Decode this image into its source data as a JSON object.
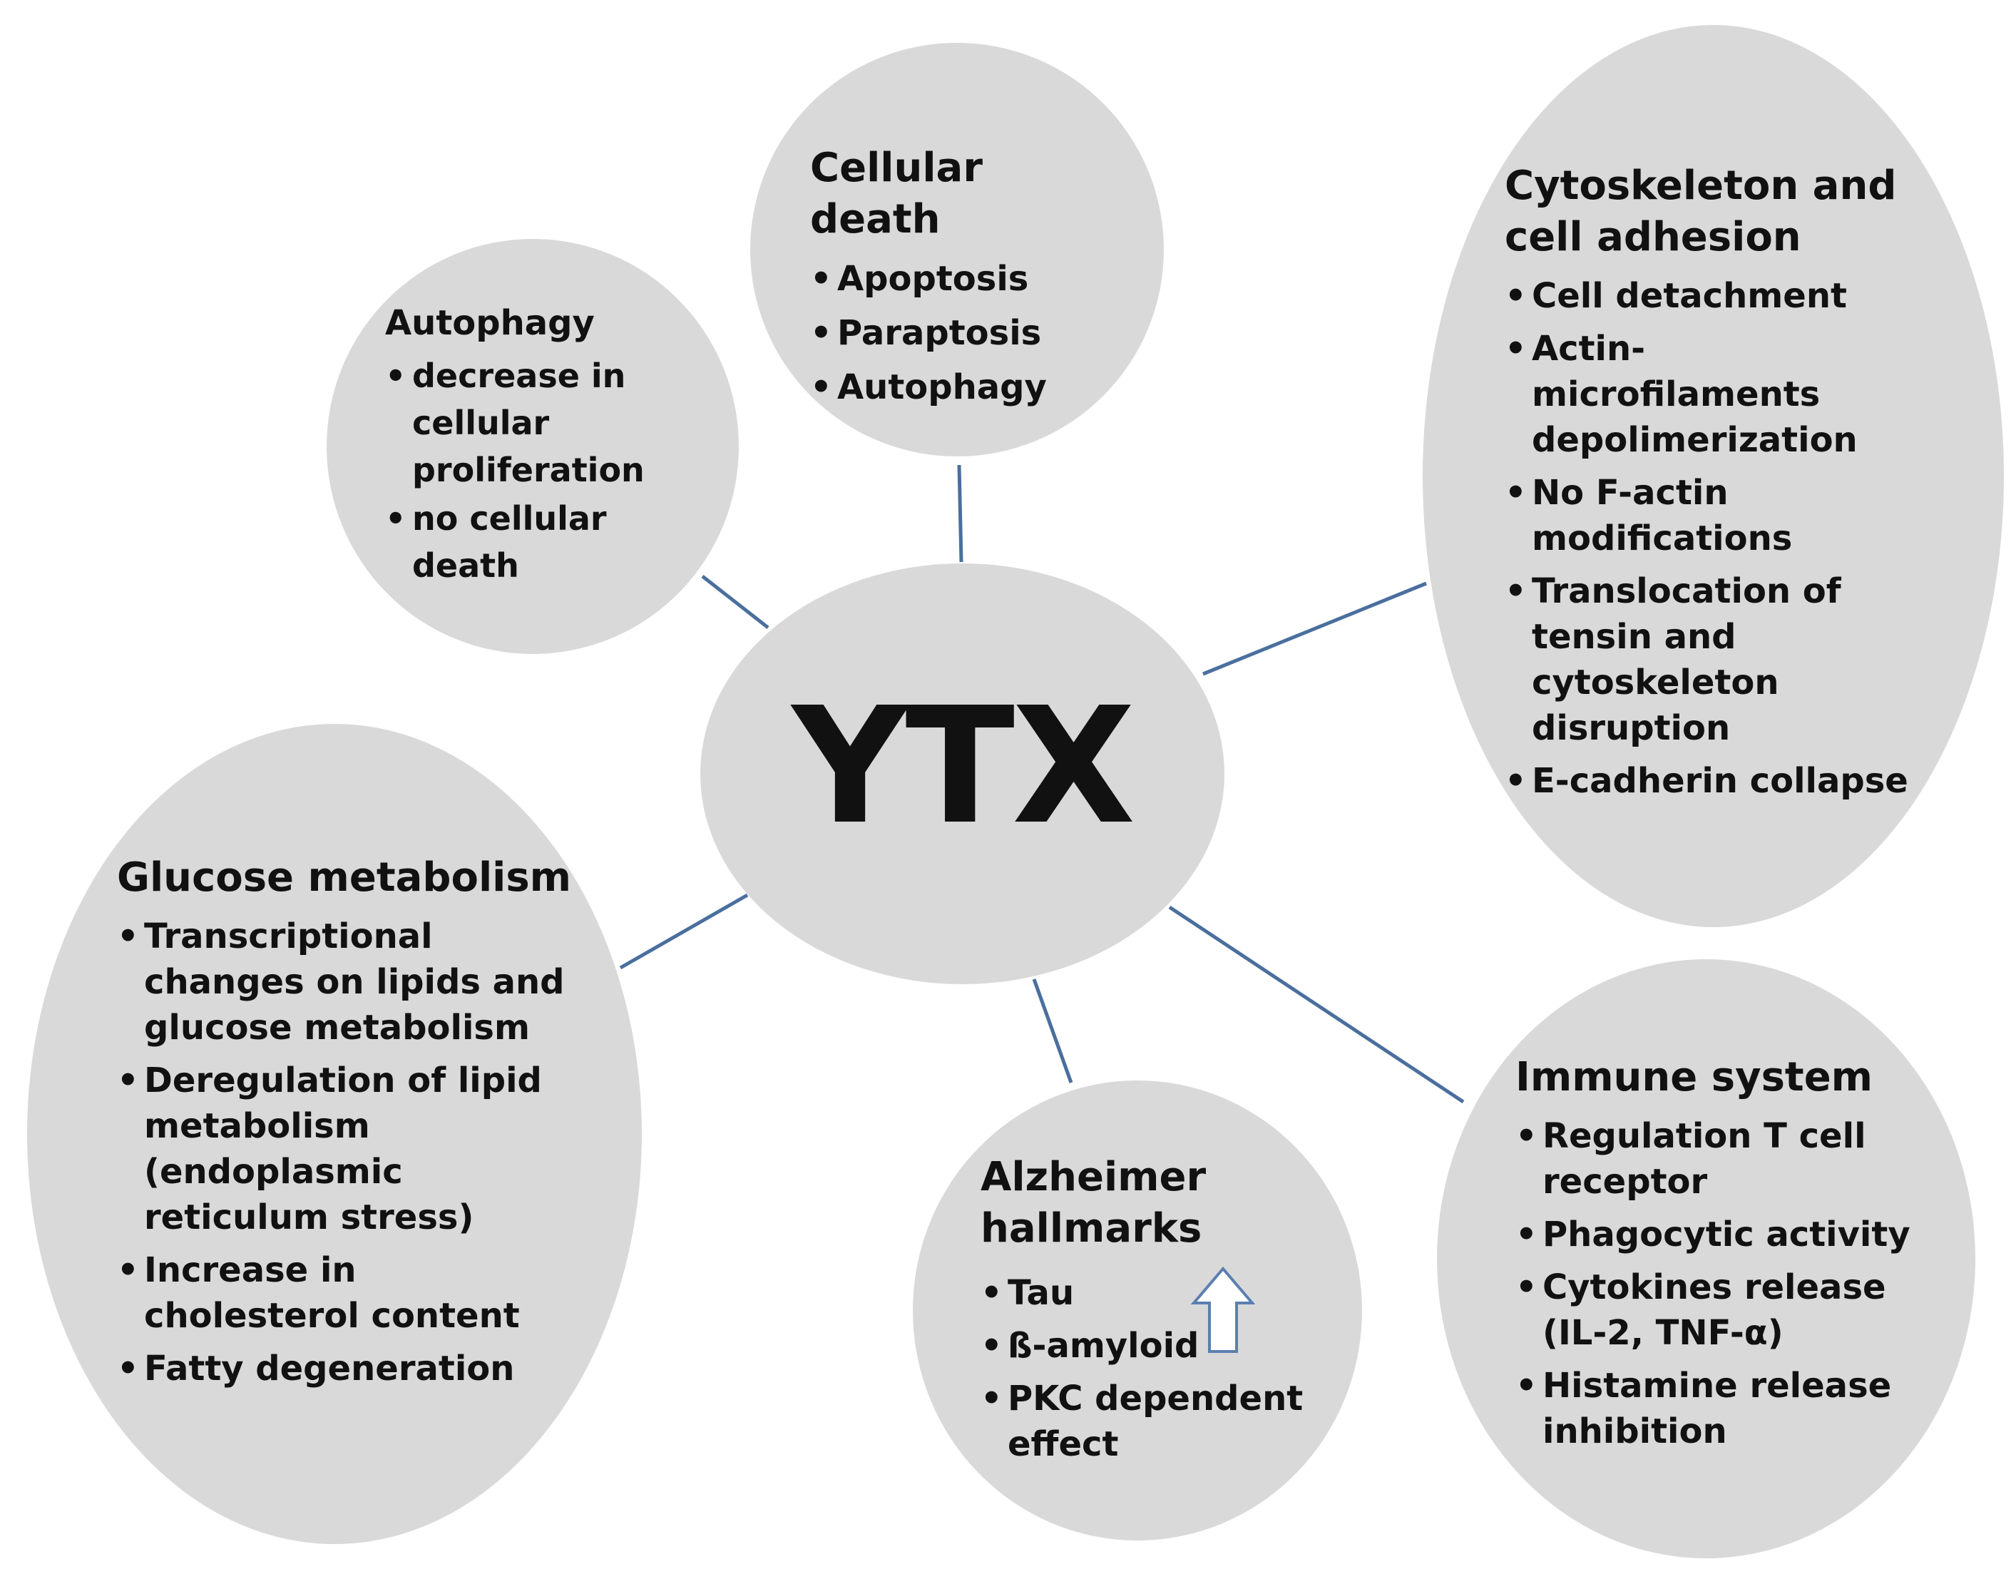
{
  "center": {
    "label": "YTX"
  },
  "nodes": {
    "autophagy": {
      "title": "Autophagy",
      "items": [
        "decrease in cellular proliferation",
        "no cellular death"
      ]
    },
    "cellular_death": {
      "title": "Cellular death",
      "items": [
        "Apoptosis",
        "Paraptosis",
        "Autophagy"
      ]
    },
    "cytoskeleton": {
      "title": "Cytoskeleton and cell adhesion",
      "items": [
        "Cell detachment",
        "Actin-microfilaments depolimerization",
        "No F-actin modifications",
        "Translocation of tensin and cytoskeleton disruption",
        "E-cadherin collapse"
      ]
    },
    "glucose": {
      "title": "Glucose metabolism",
      "items": [
        "Transcriptional changes on lipids and glucose metabolism",
        "Deregulation of lipid metabolism (endoplasmic reticulum stress)",
        "Increase in cholesterol content",
        "Fatty degeneration"
      ]
    },
    "alzheimer": {
      "title": "Alzheimer hallmarks",
      "items": [
        "Tau",
        "ß-amyloid",
        "PKC dependent effect"
      ]
    },
    "immune": {
      "title": "Immune system",
      "items": [
        "Regulation T cell receptor",
        "Phagocytic activity",
        "Cytokines release (IL-2, TNF-α)",
        "Histamine release inhibition"
      ]
    }
  },
  "colors": {
    "bubble_fill": "#d9d9d9",
    "connector": "#4a6f9e",
    "text": "#111111",
    "arrow_outline": "#5b7fb0"
  }
}
